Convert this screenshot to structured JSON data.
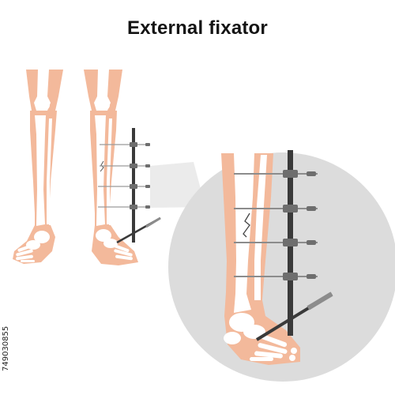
{
  "title": "External fixator",
  "stock_id": "749030855",
  "colors": {
    "skin": "#f3b99b",
    "bone": "#ffffff",
    "magnifier": "#dcdcdc",
    "rod": "#3a3a3a",
    "pin": "#8c8c8c"
  },
  "icons": [
    "left-leg-illustration",
    "right-leg-with-fixator",
    "magnifier-circle",
    "external-fixator-rod",
    "fracture-line"
  ]
}
